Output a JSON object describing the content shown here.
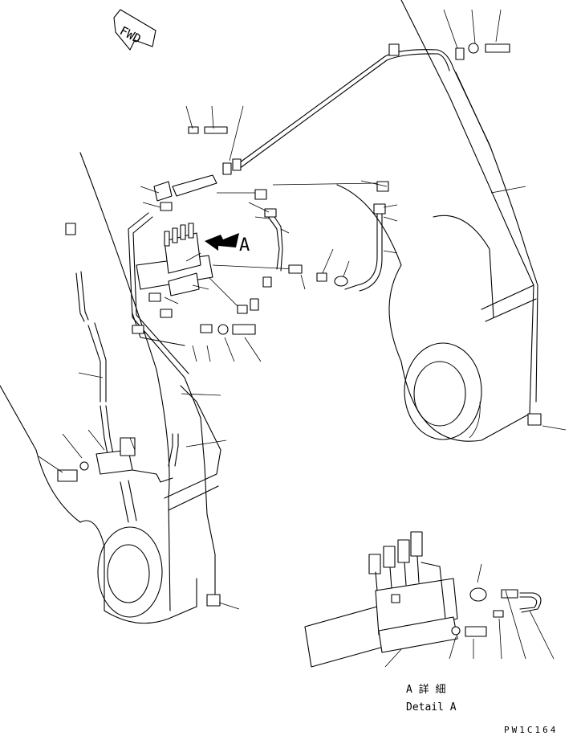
{
  "labels": {
    "fwd": "FWD",
    "view_marker": "A",
    "detail_jp": "A 詳 細",
    "detail_en": "Detail A",
    "drawing_no": "PW1C164"
  }
}
